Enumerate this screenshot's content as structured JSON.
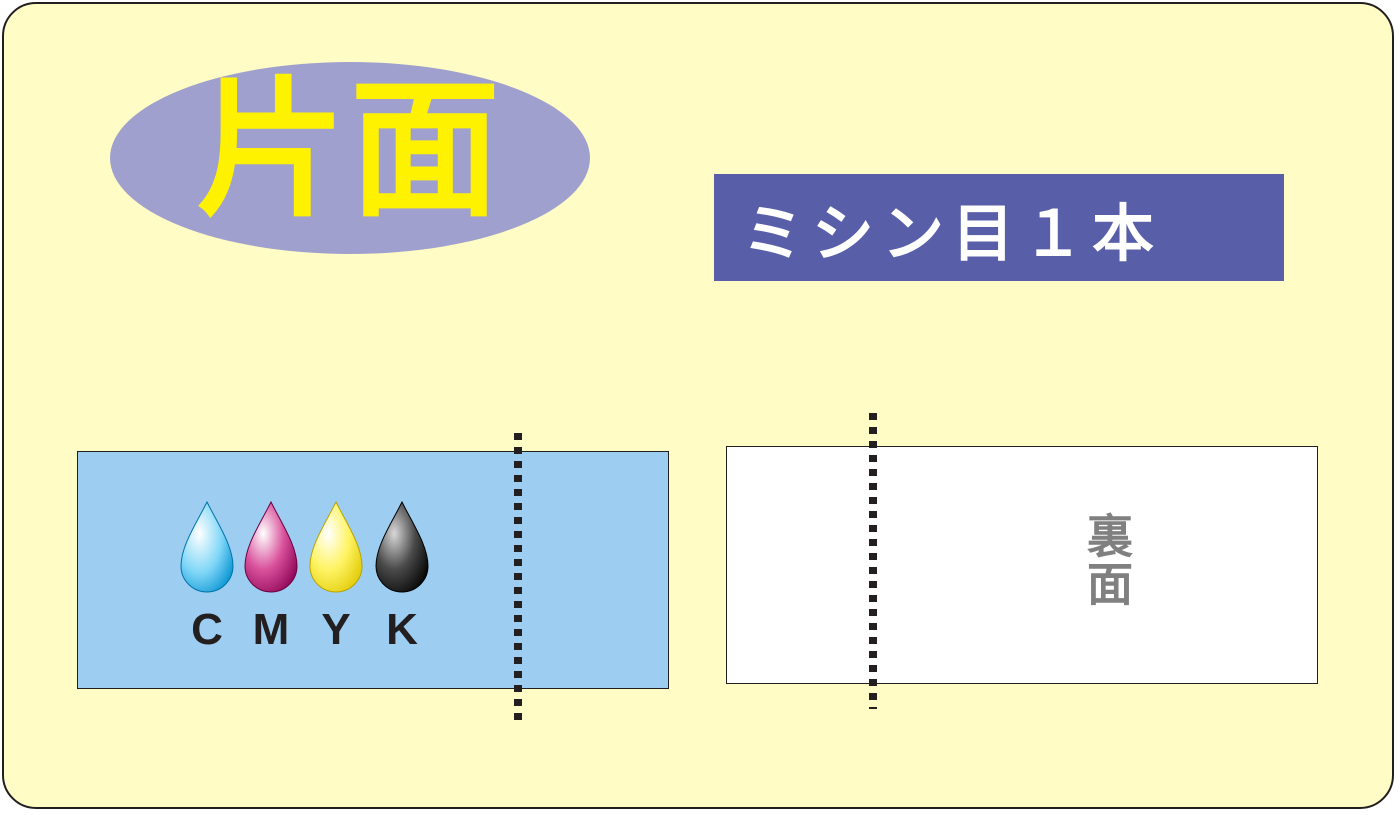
{
  "title": "片面",
  "perforation_label": "ミシン目１本",
  "back_label": "裏面",
  "ink_labels": [
    "C",
    "M",
    "Y",
    "K"
  ],
  "colors": {
    "card_background": "#fffcc5",
    "oval": "#a0a0cf",
    "title_text": "#fff200",
    "badge": "#585ea8",
    "front_panel": "#9dcef1",
    "back_panel": "#ffffff",
    "back_text": "#808080",
    "cyan": "#00aeef",
    "magenta": "#b5006e",
    "yellow": "#fff200",
    "black": "#231f20"
  }
}
